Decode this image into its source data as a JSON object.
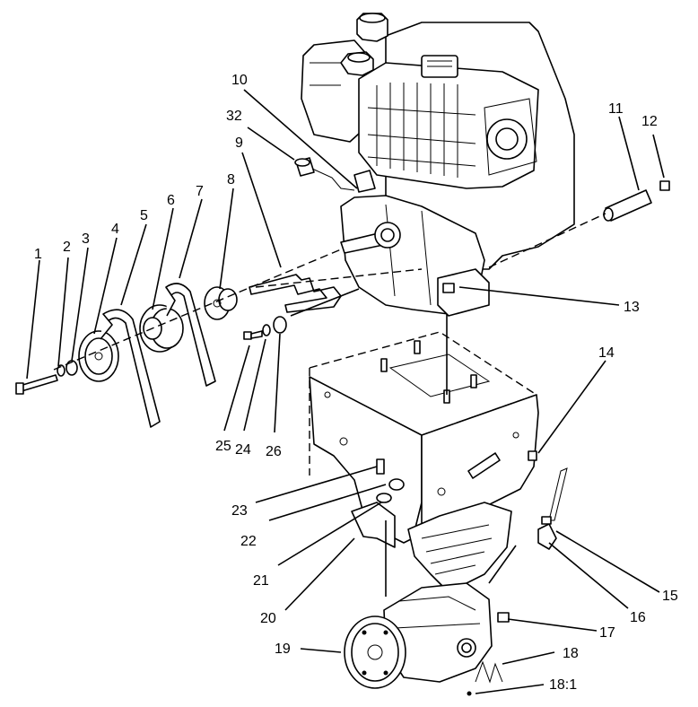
{
  "callouts": {
    "c1": "1",
    "c2": "2",
    "c3": "3",
    "c4": "4",
    "c5": "5",
    "c6": "6",
    "c7": "7",
    "c8": "8",
    "c9": "9",
    "c10": "10",
    "c11": "11",
    "c12": "12",
    "c13": "13",
    "c14": "14",
    "c15": "15",
    "c16": "16",
    "c17": "17",
    "c18": "18",
    "c18_1": "18:1",
    "c19": "19",
    "c20": "20",
    "c21": "21",
    "c22": "22",
    "c23": "23",
    "c24": "24",
    "c25": "25",
    "c26": "26",
    "c32": "32"
  }
}
